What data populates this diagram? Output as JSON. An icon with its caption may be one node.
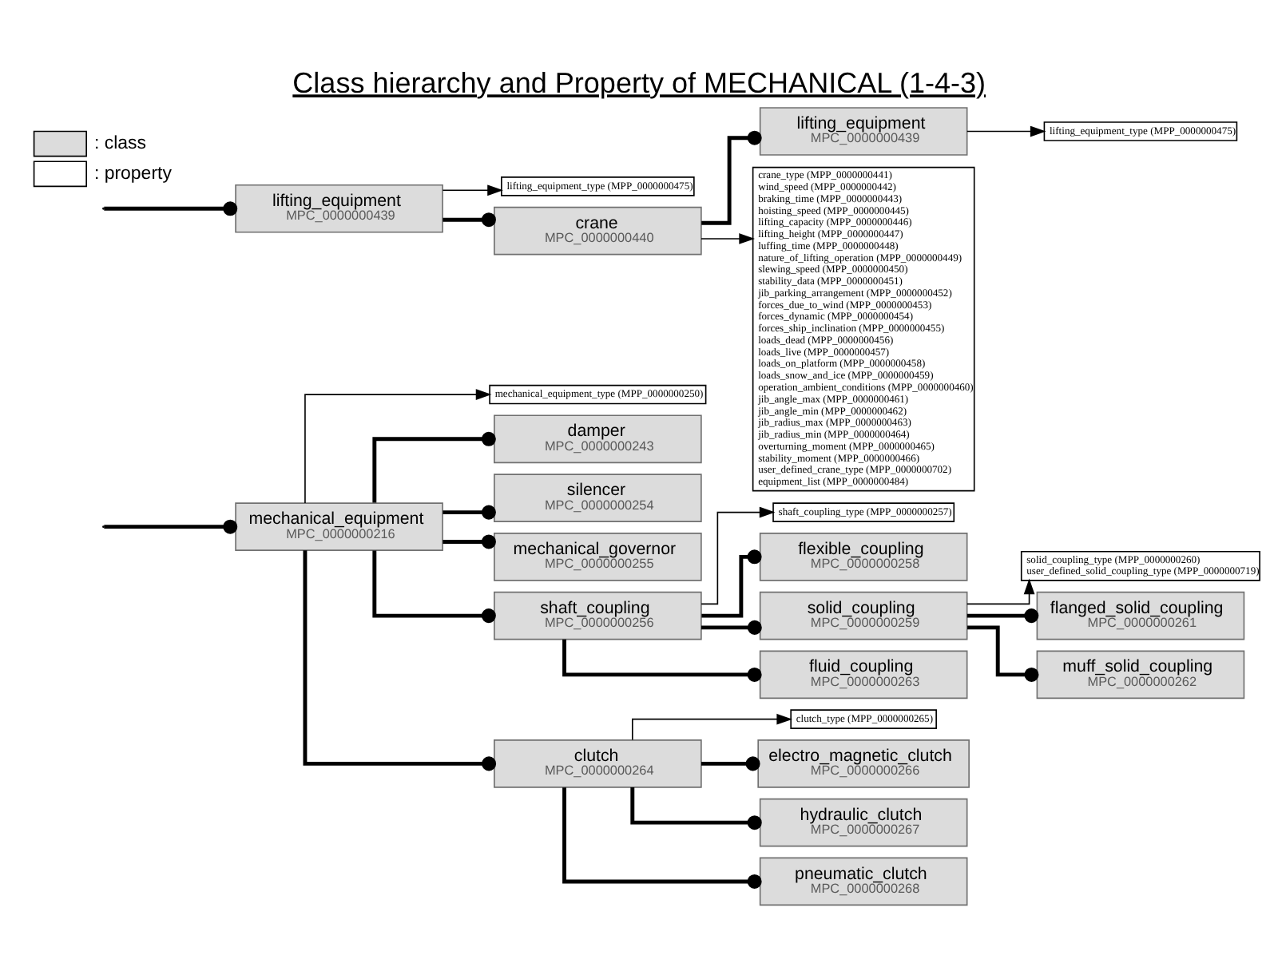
{
  "diagram": {
    "title": "Class hierarchy and Property of MECHANICAL (1-4-3)",
    "nodes": [
      {
        "text": [
          "mechanical_equipment",
          "MPC_0000000216"
        ]
      },
      {
        "text": [
          "mechanical_equipment_type (MPP_0000000250)"
        ]
      },
      {
        "text": [
          "damper",
          "MPC_0000000243"
        ]
      },
      {
        "text": [
          "silencer",
          "MPC_0000000254"
        ]
      },
      {
        "text": [
          "mechanical_governor",
          "MPC_0000000255"
        ]
      },
      {
        "text": [
          "shaft_coupling",
          "MPC_0000000256"
        ]
      },
      {
        "text": [
          "shaft_coupling_type (MPP_0000000257)"
        ]
      },
      {
        "text": [
          "flexible_coupling",
          "MPC_0000000258"
        ]
      },
      {
        "text": [
          "solid_coupling",
          "MPC_0000000259"
        ]
      },
      {
        "text": [
          "solid_coupling_type (MPP_0000000260)",
          "user_defined_solid_coupling_type (MPP_0000000719)"
        ]
      },
      {
        "text": [
          "flanged_solid_coupling",
          "MPC_0000000261"
        ]
      },
      {
        "text": [
          "muff_solid_coupling",
          "MPC_0000000262"
        ]
      },
      {
        "text": [
          "fluid_coupling",
          "MPC_0000000263"
        ]
      },
      {
        "text": [
          "clutch",
          "MPC_0000000264"
        ]
      },
      {
        "text": [
          "clutch_type (MPP_0000000265)"
        ]
      },
      {
        "text": [
          "electro_magnetic_clutch",
          "MPC_0000000266"
        ]
      },
      {
        "text": [
          "hydraulic_clutch",
          "MPC_0000000267"
        ]
      },
      {
        "text": [
          "pneumatic_clutch",
          "MPC_0000000268"
        ]
      },
      {
        "text": [
          "lifting_equipment",
          "MPC_0000000439"
        ]
      },
      {
        "text": [
          "lifting_equipment_type (MPP_0000000475)"
        ]
      },
      {
        "text": [
          "crane",
          "MPC_0000000440"
        ]
      },
      {
        "text": [
          "lifting_equipment",
          "MPC_0000000439"
        ]
      },
      {
        "text": [
          "lifting_equipment_type (MPP_0000000475)"
        ]
      },
      {
        "text": [
          "crane_type (MPP_0000000441)",
          "wind_speed (MPP_0000000442)",
          "braking_time (MPP_0000000443)",
          "hoisting_speed (MPP_0000000445)",
          "lifting_capacity (MPP_0000000446)",
          "lifting_height (MPP_0000000447)",
          "luffing_time (MPP_0000000448)",
          "nature_of_lifting_operation (MPP_0000000449)",
          "slewing_speed (MPP_0000000450)",
          "stability_data (MPP_0000000451)",
          "jib_parking_arrangement (MPP_0000000452)",
          "forces_due_to_wind (MPP_0000000453)",
          "forces_dynamic (MPP_0000000454)",
          "forces_ship_inclination (MPP_0000000455)",
          "loads_dead (MPP_0000000456)",
          "loads_live (MPP_0000000457)",
          "loads_on_platform (MPP_0000000458)",
          "loads_snow_and_ice (MPP_0000000459)",
          "operation_ambient_conditions (MPP_0000000460)",
          "jib_angle_max (MPP_0000000461)",
          "jib_angle_min (MPP_0000000462)",
          "jib_radius_max (MPP_0000000463)",
          "jib_radius_min (MPP_0000000464)",
          "overturning_moment (MPP_0000000465)",
          "stability_moment (MPP_0000000466)",
          "user_defined_crane_type (MPP_0000000702)",
          "equipment_list (MPP_0000000484)"
        ]
      }
    ],
    "edges": [
      {
        "from": null,
        "to": 0,
        "arrow": "other"
      },
      {
        "from": 0,
        "to": 1,
        "arrow": "to"
      },
      {
        "from": 0,
        "to": 2,
        "arrow": "other"
      },
      {
        "from": 0,
        "to": 3,
        "arrow": "other"
      },
      {
        "from": 0,
        "to": 4,
        "arrow": "other"
      },
      {
        "from": 0,
        "to": 5,
        "arrow": "other"
      },
      {
        "from": 5,
        "to": 6,
        "arrow": "to"
      },
      {
        "from": 5,
        "to": 7,
        "arrow": "other"
      },
      {
        "from": 5,
        "to": 8,
        "arrow": "other"
      },
      {
        "from": 8,
        "to": 9,
        "arrow": "to"
      },
      {
        "from": 8,
        "to": 10,
        "arrow": "other"
      },
      {
        "from": 8,
        "to": 11,
        "arrow": "other"
      },
      {
        "from": 5,
        "to": 12,
        "arrow": "other"
      },
      {
        "from": 0,
        "to": 13,
        "arrow": "other"
      },
      {
        "from": 13,
        "to": 14,
        "arrow": "to"
      },
      {
        "from": 13,
        "to": 15,
        "arrow": "other"
      },
      {
        "from": 13,
        "to": 16,
        "arrow": "other"
      },
      {
        "from": 13,
        "to": 17,
        "arrow": "other"
      },
      {
        "from": null,
        "to": 18,
        "arrow": "other"
      },
      {
        "from": 18,
        "to": 19,
        "arrow": "to"
      },
      {
        "from": 18,
        "to": 20,
        "arrow": "other"
      },
      {
        "from": 20,
        "to": 21,
        "arrow": "other"
      },
      {
        "from": 21,
        "to": 22,
        "arrow": "to"
      },
      {
        "from": 20,
        "to": 23,
        "arrow": "to"
      }
    ],
    "legend": [
      {
        "text": ": class",
        "color": "#dcdcdc"
      },
      {
        "text": ": property",
        "color": "#ffffff"
      }
    ]
  }
}
